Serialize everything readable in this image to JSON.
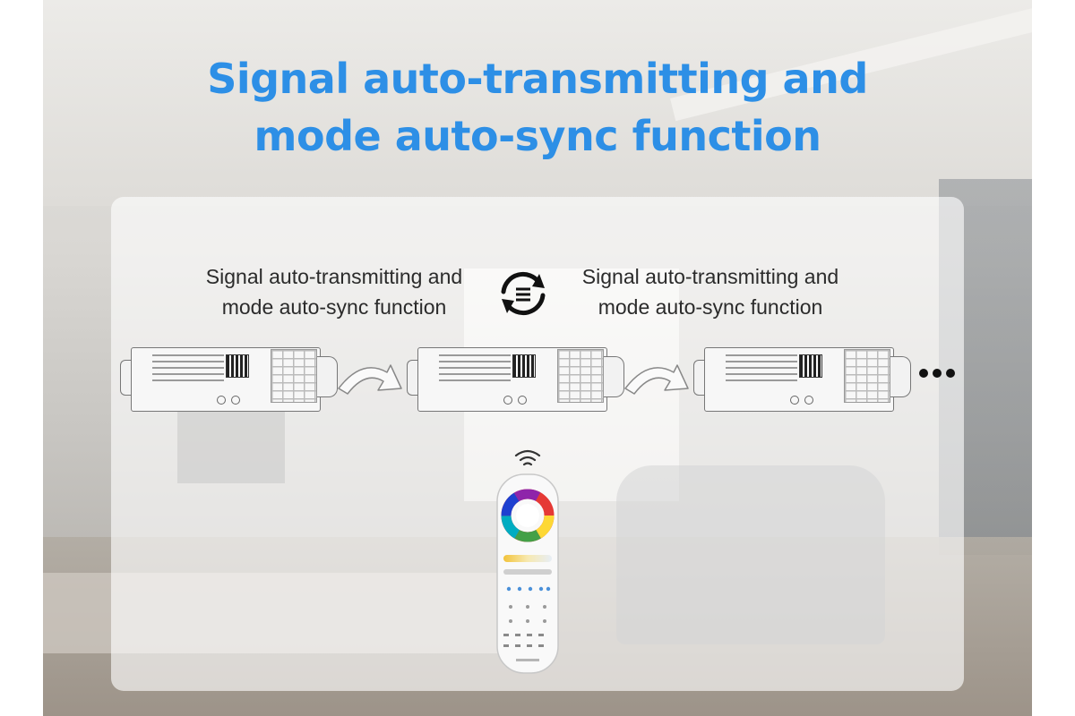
{
  "headline": {
    "line1": "Signal auto-transmitting and",
    "line2": "mode auto-sync function"
  },
  "captions": {
    "left_line1": "Signal auto-transmitting and",
    "left_line2": "mode auto-sync function",
    "right_line1": "Signal auto-transmitting and",
    "right_line2": "mode auto-sync function"
  },
  "icons": {
    "sync": "sync-icon",
    "arrow": "curved-arrow-icon",
    "more": "ellipsis-icon",
    "signal": "wireless-signal-icon"
  },
  "colors": {
    "headline": "#2d8fe6",
    "caption": "#2b2b2b",
    "panel": "rgba(255,255,255,0.62)"
  }
}
